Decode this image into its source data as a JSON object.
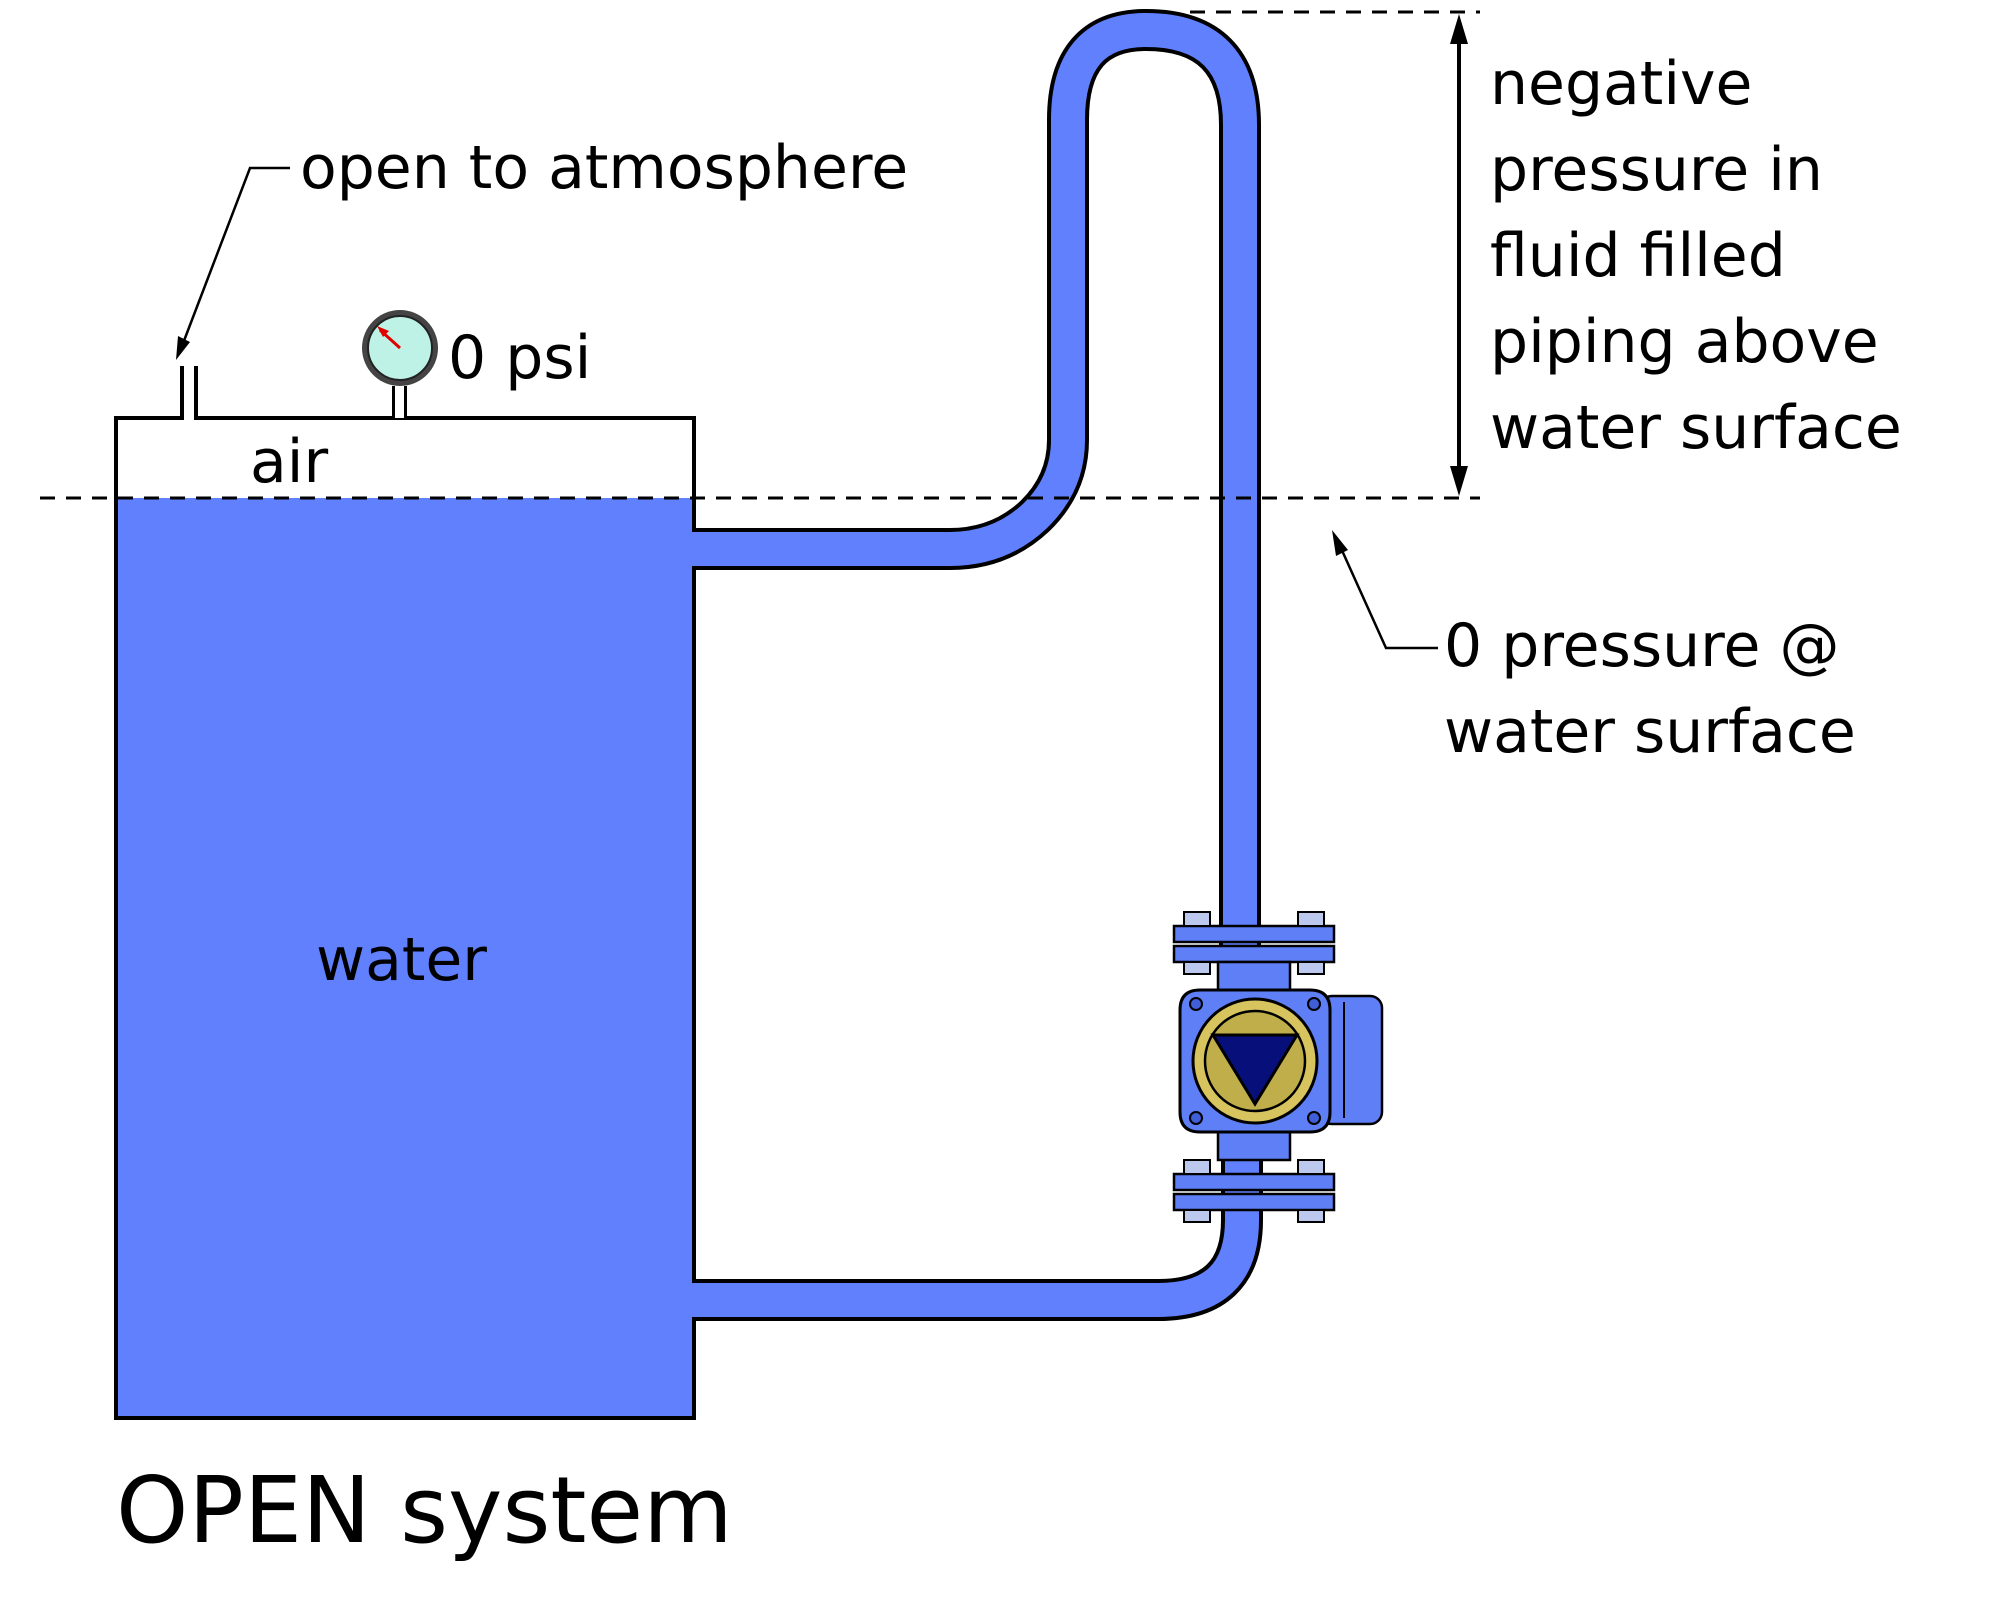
{
  "labels": {
    "vent": "open to atmosphere",
    "gauge_reading": "0 psi",
    "air": "air",
    "water": "water",
    "negative_pressure_lines": [
      "negative",
      "pressure in",
      "fluid filled",
      "piping above",
      "water surface"
    ],
    "zero_pressure_lines": [
      "0 pressure @",
      "water surface"
    ],
    "system_title": "OPEN system"
  },
  "icons": {
    "gauge": "pressure-gauge-icon",
    "pump": "circulator-pump-icon"
  },
  "colors": {
    "water": "#6180fe",
    "outline": "#000000",
    "gauge_face": "#bff2e6",
    "gauge_needle": "#e00000",
    "pump_body": "#5f7ff7",
    "pump_ring": "#d8c45e",
    "pump_triangle": "#070f7a"
  }
}
